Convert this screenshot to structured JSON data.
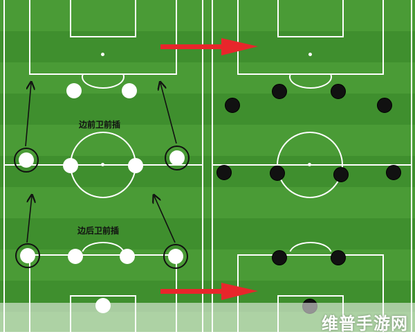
{
  "labels": {
    "fullback_forward_upper": "边前卫前插",
    "fullback_forward_lower": "边后卫前插"
  },
  "watermark": "维普手游网",
  "colors": {
    "pitch": "#3f8f2e",
    "pitch_stripe": "#4a9b36",
    "line": "#ffffff",
    "arrow_black": "#111111",
    "arrow_red": "#e8262b"
  }
}
